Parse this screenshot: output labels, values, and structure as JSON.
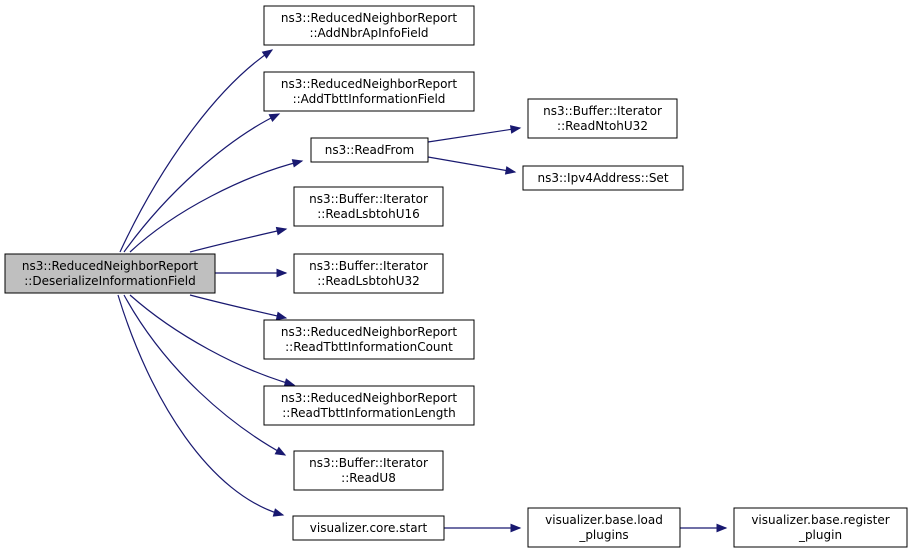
{
  "graph": {
    "edge_color": "#191970",
    "root_fill": "#bfbfbf",
    "nodes": [
      {
        "id": "root",
        "lines": [
          "ns3::ReducedNeighborReport",
          "::DeserializeInformationField"
        ],
        "root": true
      },
      {
        "id": "n1",
        "lines": [
          "ns3::ReducedNeighborReport",
          "::AddNbrApInfoField"
        ]
      },
      {
        "id": "n2",
        "lines": [
          "ns3::ReducedNeighborReport",
          "::AddTbttInformationField"
        ]
      },
      {
        "id": "n3",
        "lines": [
          "ns3::ReadFrom"
        ]
      },
      {
        "id": "n4",
        "lines": [
          "ns3::Buffer::Iterator",
          "::ReadLsbtohU16"
        ]
      },
      {
        "id": "n5",
        "lines": [
          "ns3::Buffer::Iterator",
          "::ReadLsbtohU32"
        ]
      },
      {
        "id": "n6",
        "lines": [
          "ns3::ReducedNeighborReport",
          "::ReadTbttInformationCount"
        ]
      },
      {
        "id": "n7",
        "lines": [
          "ns3::ReducedNeighborReport",
          "::ReadTbttInformationLength"
        ]
      },
      {
        "id": "n8",
        "lines": [
          "ns3::Buffer::Iterator",
          "::ReadU8"
        ]
      },
      {
        "id": "n9",
        "lines": [
          "visualizer.core.start"
        ]
      },
      {
        "id": "n10",
        "lines": [
          "ns3::Buffer::Iterator",
          "::ReadNtohU32"
        ]
      },
      {
        "id": "n11",
        "lines": [
          "ns3::Ipv4Address::Set"
        ]
      },
      {
        "id": "n12",
        "lines": [
          "visualizer.base.load",
          "_plugins"
        ]
      },
      {
        "id": "n13",
        "lines": [
          "visualizer.base.register",
          "_plugin"
        ]
      }
    ],
    "edges": [
      {
        "from": "root",
        "to": "n1"
      },
      {
        "from": "root",
        "to": "n2"
      },
      {
        "from": "root",
        "to": "n3"
      },
      {
        "from": "root",
        "to": "n4"
      },
      {
        "from": "root",
        "to": "n5"
      },
      {
        "from": "root",
        "to": "n6"
      },
      {
        "from": "root",
        "to": "n7"
      },
      {
        "from": "root",
        "to": "n8"
      },
      {
        "from": "root",
        "to": "n9"
      },
      {
        "from": "n3",
        "to": "n10"
      },
      {
        "from": "n3",
        "to": "n11"
      },
      {
        "from": "n9",
        "to": "n12"
      },
      {
        "from": "n12",
        "to": "n13"
      }
    ]
  }
}
